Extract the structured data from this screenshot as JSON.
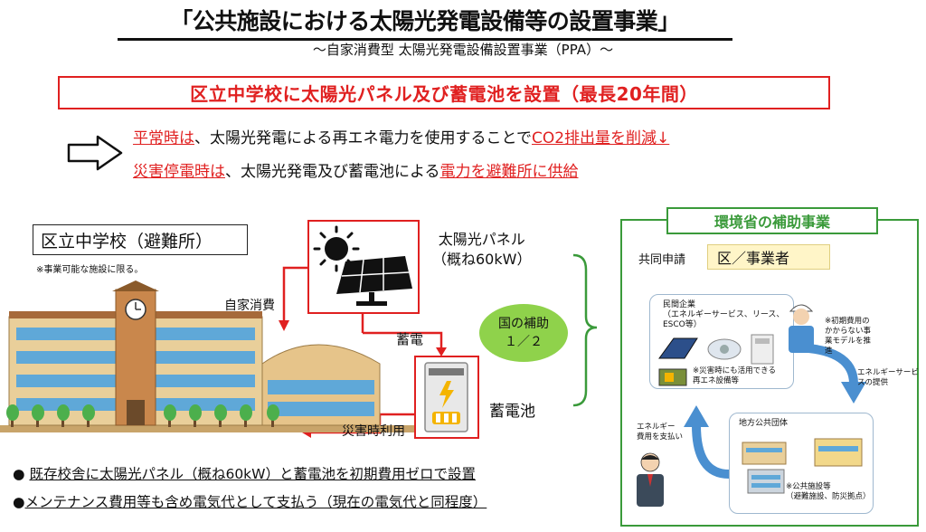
{
  "header": {
    "title": "「公共施設における太陽光発電設備等の設置事業」",
    "subtitle": "〜自家消費型 太陽光発電設備設置事業（PPA）〜",
    "banner": "区立中学校に太陽光パネル及び蓄電池を設置（最長20年間）"
  },
  "summary": {
    "line1": {
      "highlight1": "平常時は",
      "text1": "、太陽光発電による再エネ電力を使用することで",
      "highlight2": "CO2排出量を削減↓"
    },
    "line2": {
      "highlight1": "災害停電時は",
      "text1": "、太陽光発電及び蓄電池による",
      "highlight2": "電力を避難所に供給"
    }
  },
  "diagram": {
    "school_label": "区立中学校（避難所）",
    "school_note": "※事業可能な施設に限る。",
    "panel_label_1": "太陽光パネル",
    "panel_label_2": "（概ね60kW）",
    "self_consumption": "自家消費",
    "charge": "蓄電",
    "battery": "蓄電池",
    "disaster_use": "災害時利用",
    "subsidy_1": "国の補助",
    "subsidy_2": "１／２"
  },
  "bullets": [
    {
      "mark": "● ",
      "text": "既存校舎に太陽光パネル（概ね60kW）と蓄電池を初期費用ゼロで設置"
    },
    {
      "mark": "●",
      "text": "メンテナンス費用等も含め電気代として支払う（現在の電気代と同程度）"
    }
  ],
  "right_panel": {
    "title": "環境省の補助事業",
    "joint_label": "共同申請",
    "joint_value": "区／事業者",
    "private_title": [
      "民間企業",
      "（エネルギーサービス、リース、",
      "ESCO等）"
    ],
    "private_note": [
      "※災害時にも活用できる",
      "再エネ設備等"
    ],
    "cost_note": [
      "※初期費用の",
      "かからない事",
      "業モデルを推",
      "進"
    ],
    "service_note": [
      "エネルギーサービ",
      "スの提供"
    ],
    "pay_note": [
      "エネルギー",
      "費用を支払い"
    ],
    "public_title": "地方公共団体",
    "public_note": [
      "※公共施設等",
      "（避難施設、防災拠点）"
    ]
  },
  "colors": {
    "accent_red": "#e02020",
    "accent_green": "#3a9a3a",
    "subsidy_green": "#8fd24b",
    "joint_yellow": "#fff5c8",
    "arrow_blue": "#4a8fd0"
  }
}
